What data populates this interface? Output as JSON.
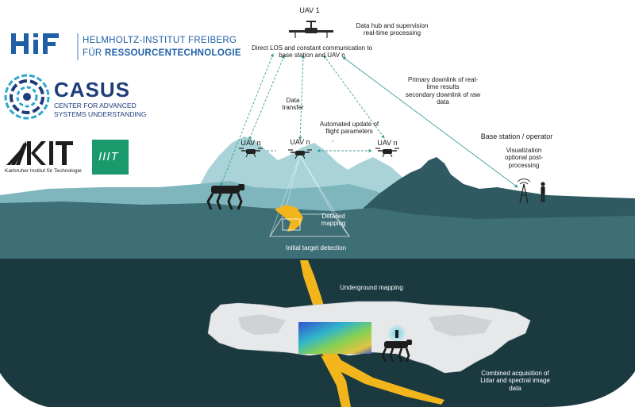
{
  "logos": {
    "hif": {
      "mark": "HiF",
      "line1": "HELMHOLTZ-INSTITUT FREIBERG",
      "line2_prefix": "FÜR ",
      "line2_bold": "RESSOURCENTECHNOLOGIE",
      "color": "#1f5fa6"
    },
    "casus": {
      "name": "CASUS",
      "line1": "CENTER FOR ADVANCED",
      "line2": "SYSTEMS UNDERSTANDING",
      "color": "#1f3d7a",
      "accent": "#2fa7c9"
    },
    "kit": {
      "mark": "KIT",
      "subtitle": "Karlsruher Institut für Technologie"
    },
    "iit": {
      "mark": "IIIT",
      "color": "#1a9a6c"
    }
  },
  "labels": {
    "uav1": "UAV 1",
    "data_hub": [
      "Data hub and supervision",
      "real-time processing"
    ],
    "direct_los": [
      "Direct LOS and constant communication to",
      "base station and  UAV n"
    ],
    "primary_downlink": [
      "Primary downlink of real-",
      "time results",
      "secondary downlink of raw",
      "data"
    ],
    "data_transfer": [
      "Data",
      "transfer"
    ],
    "automated_update": [
      "Automated update of",
      "flight parameters"
    ],
    "uav_n_left": "UAV n",
    "uav_n_center": "UAV n",
    "uav_n_right": "UAV n",
    "base_station": "Base station / operator",
    "visualization": [
      "Visualization",
      "optional post-",
      "processing"
    ],
    "detailed_mapping": [
      "Detailed",
      "mapping"
    ],
    "initial_target": "Initial target detection",
    "underground_mapping": "Underground mapping",
    "combined_acquisition": [
      "Combined acquisition of",
      "Lidar and spectral image",
      "data"
    ]
  },
  "colors": {
    "sky": "#ffffff",
    "mountain_far": "#a9d3d8",
    "mountain_mid": "#7fb5bd",
    "mountain_dark": "#2f5a62",
    "ground": "#3e6e76",
    "underground": "#1b3a40",
    "ore_vein": "#f2b51c",
    "arrow": "#3f9e9a",
    "lidar": "#e6e8ea"
  }
}
